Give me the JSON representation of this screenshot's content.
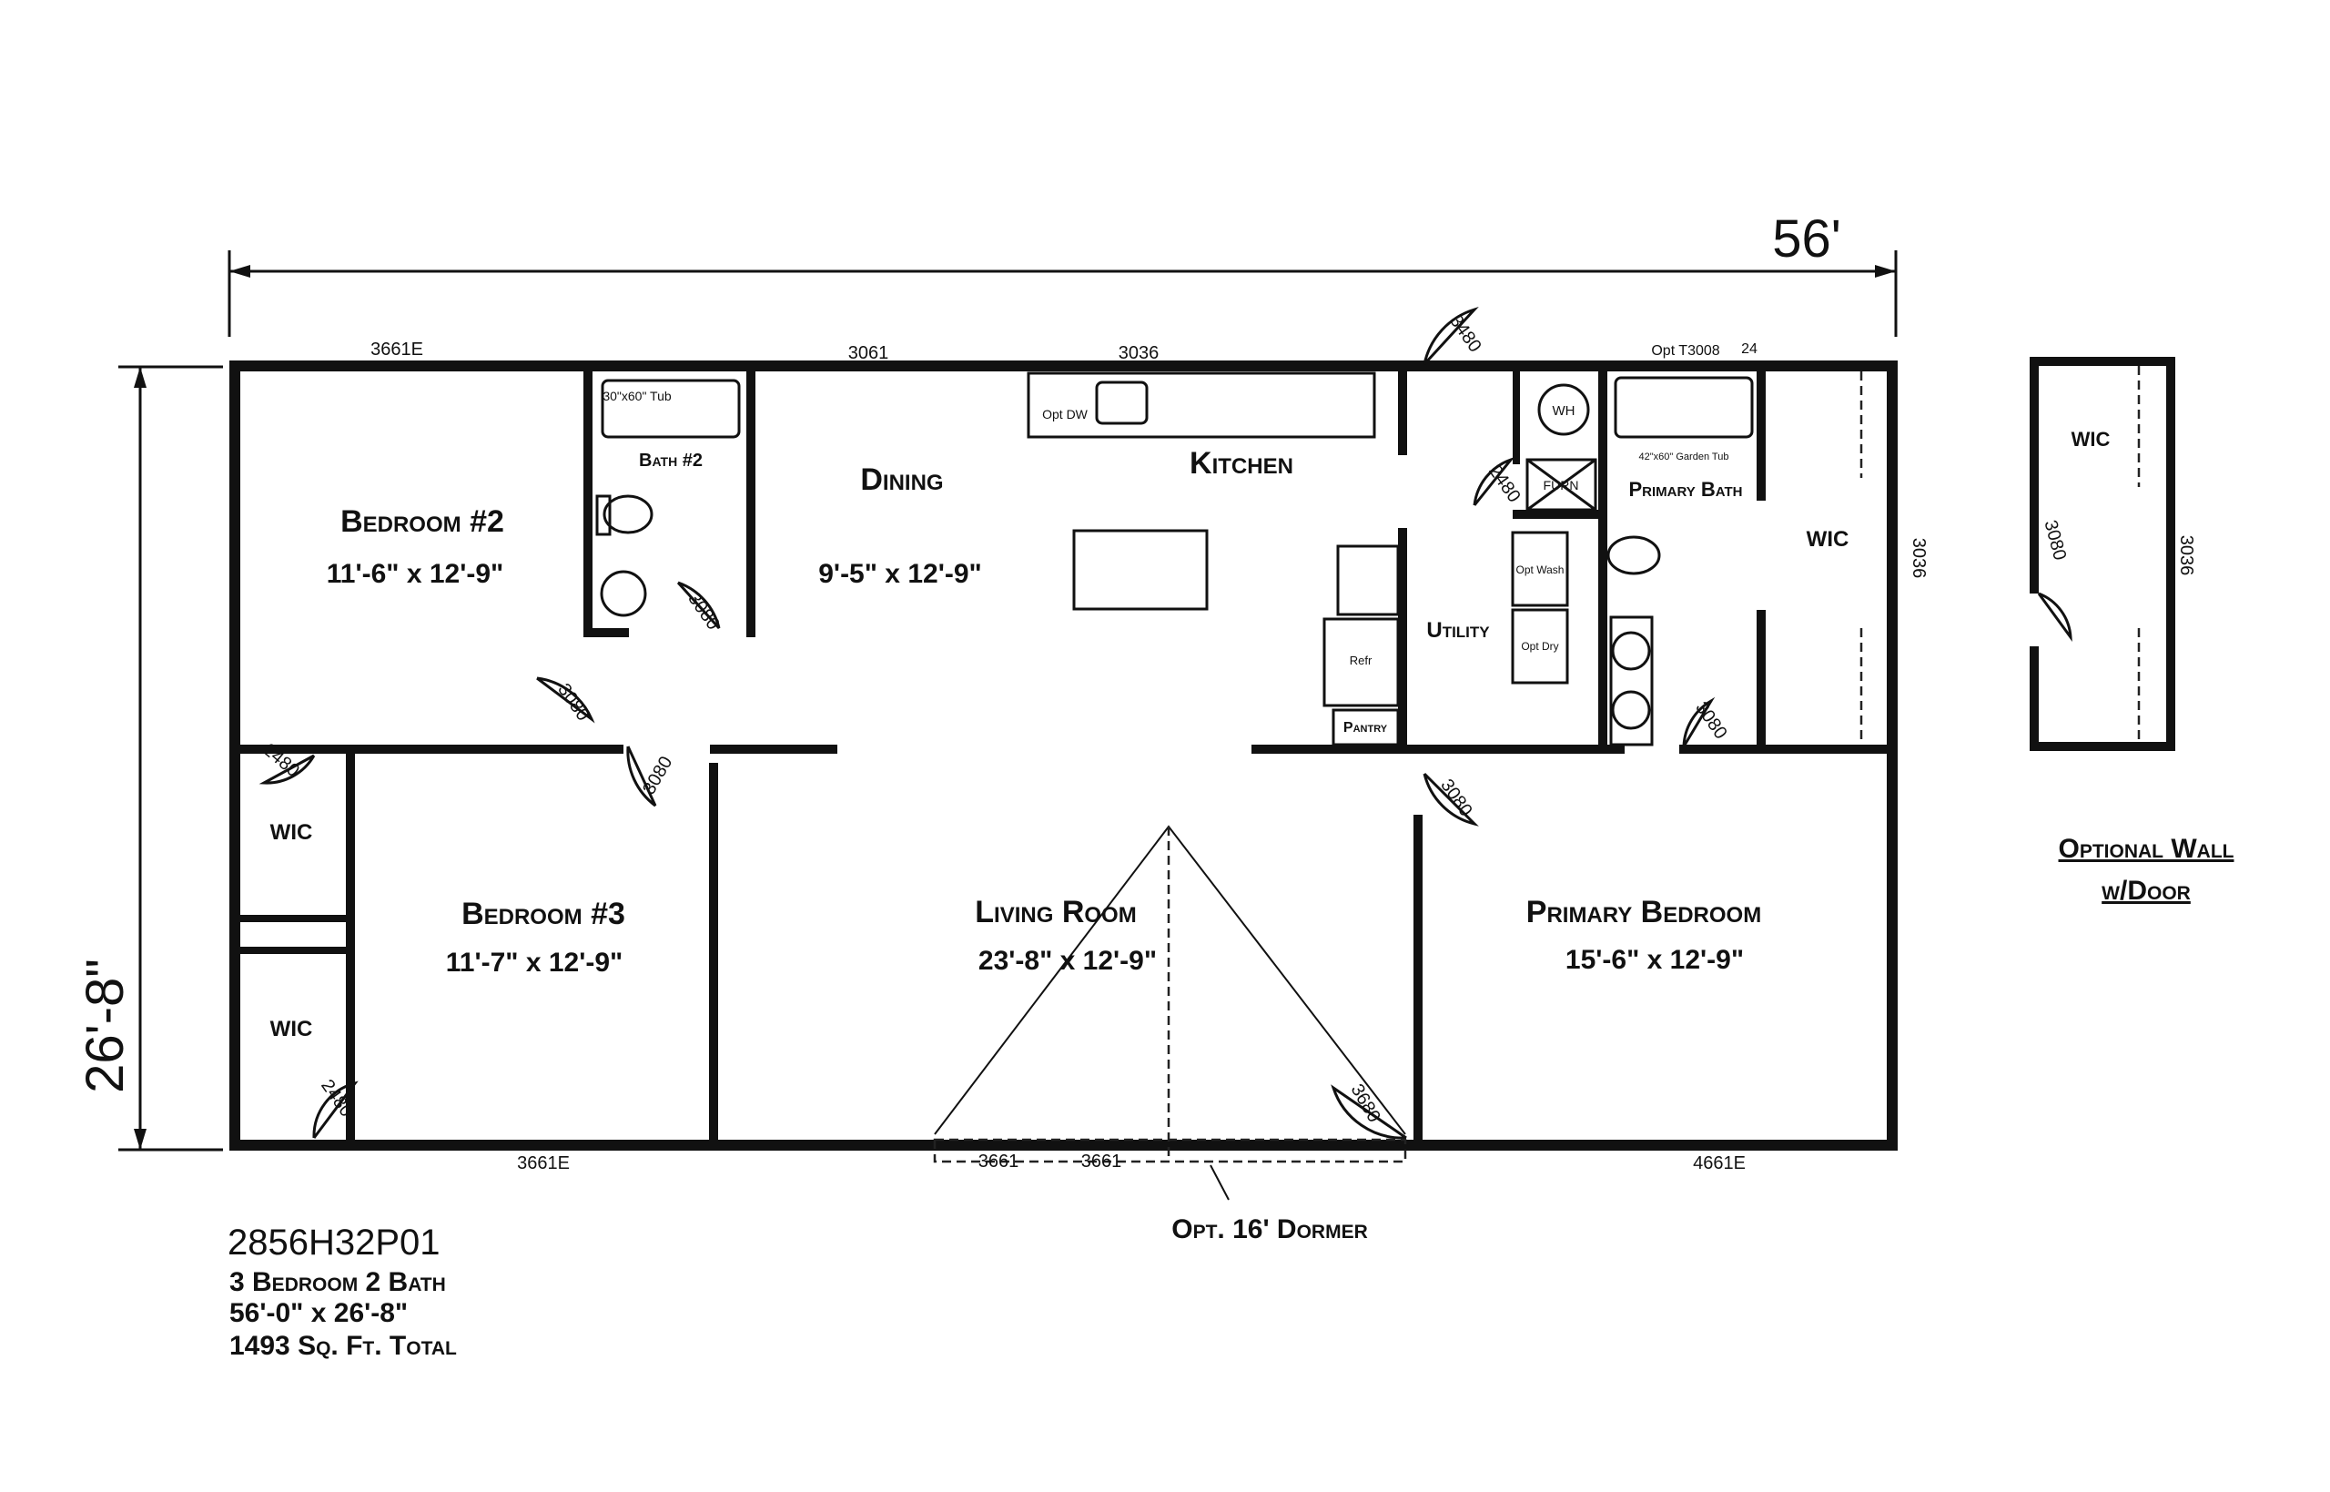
{
  "dimensions": {
    "width": "56'",
    "depth": "26'-8\""
  },
  "rooms": {
    "bedroom2": {
      "name": "Bedroom #2",
      "size": "11'-6\" x 12'-9\""
    },
    "bath2": {
      "name": "Bath #2",
      "tub": "30\"x60\" Tub"
    },
    "dining": {
      "name": "Dining",
      "size": "9'-5\" x 12'-9\""
    },
    "kitchen": {
      "name": "Kitchen",
      "dw": "Opt DW"
    },
    "utility": {
      "name": "Utility",
      "wh": "WH",
      "furn": "FURN",
      "wash": "Opt Wash",
      "dry": "Opt Dry",
      "refr": "Refr",
      "pantry": "Pantry"
    },
    "primary_bath": {
      "name": "Primary Bath",
      "tub": "42\"x60\" Garden Tub"
    },
    "primary_wic": {
      "name": "WIC"
    },
    "bedroom3": {
      "name": "Bedroom #3",
      "size": "11'-7\" x 12'-9\""
    },
    "wic_upper": {
      "name": "WIC"
    },
    "wic_lower": {
      "name": "WIC"
    },
    "living": {
      "name": "Living Room",
      "size": "23'-8\" x 12'-9\""
    },
    "primary_bedroom": {
      "name": "Primary Bedroom",
      "size": "15'-6\" x 12'-9\""
    }
  },
  "windows": {
    "top_bed2": "3661E",
    "top_dining": "3061",
    "top_kitchen": "3036",
    "top_bath": "Opt T3008",
    "top_bath_mark": "24",
    "right_wic": "3036",
    "bottom_bed3": "3661E",
    "bottom_living_1": "3661",
    "bottom_living_2": "3661",
    "bottom_primary": "4661E"
  },
  "doors": {
    "front": "3480",
    "utility": "2480",
    "bath2": "3080",
    "bed2": "3080",
    "bed3": "3080",
    "wic_upper": "2480",
    "wic_lower": "2480",
    "primary_bath": "3080",
    "primary_bed": "3080",
    "rear": "3680"
  },
  "dormer": {
    "label": "Opt. 16' Dormer"
  },
  "optional_wall": {
    "title_1": "Optional Wall",
    "title_2": "w/Door",
    "room": "WIC",
    "door": "3080",
    "window": "3036"
  },
  "plan_info": {
    "model": "2856H32P01",
    "beds_baths": "3 Bedroom 2 Bath",
    "size": "56'-0\" x 26'-8\"",
    "area": "1493 Sq. Ft. Total"
  }
}
